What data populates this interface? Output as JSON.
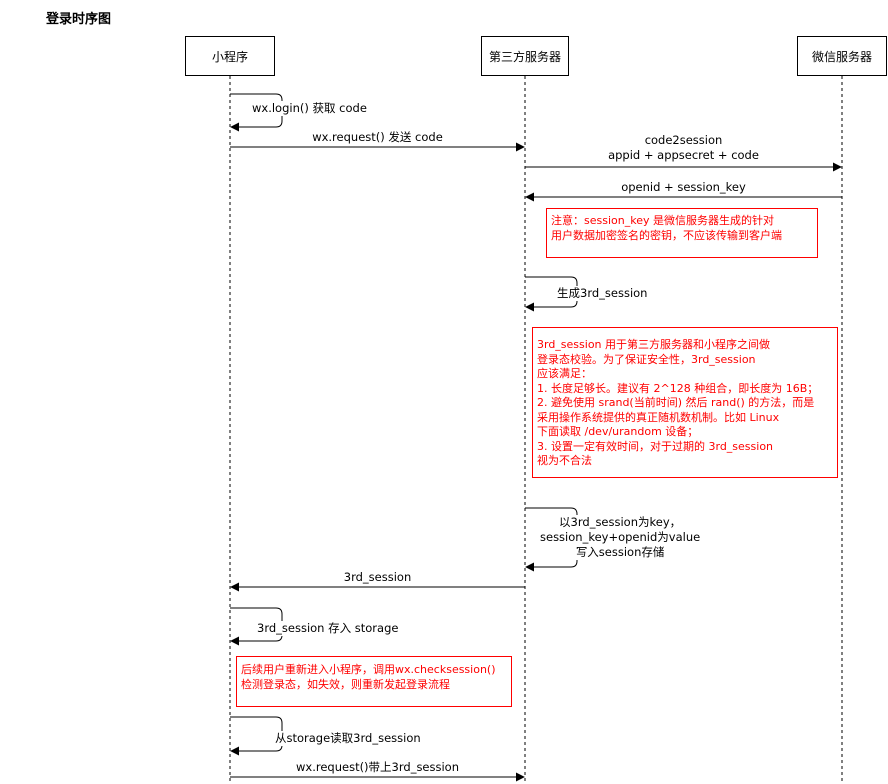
{
  "title": "登录时序图",
  "participants": [
    {
      "label": "小程序"
    },
    {
      "label": "第三方服务器"
    },
    {
      "label": "微信服务器"
    }
  ],
  "messages": [
    {
      "from": 0,
      "to": 0,
      "lines": [
        "wx.login() 获取 code"
      ]
    },
    {
      "from": 0,
      "to": 1,
      "lines": [
        "wx.request() 发送 code"
      ]
    },
    {
      "from": 1,
      "to": 2,
      "lines": [
        "code2session",
        "appid + appsecret + code"
      ]
    },
    {
      "from": 2,
      "to": 1,
      "lines": [
        "openid + session_key"
      ]
    },
    {
      "from": 1,
      "to": 1,
      "lines": [
        "生成3rd_session"
      ]
    },
    {
      "from": 1,
      "to": 1,
      "lines": [
        "以3rd_session为key，",
        "session_key+openid为value",
        "写入session存储"
      ]
    },
    {
      "from": 1,
      "to": 0,
      "lines": [
        "3rd_session"
      ]
    },
    {
      "from": 0,
      "to": 0,
      "lines": [
        "3rd_session 存入 storage"
      ]
    },
    {
      "from": 0,
      "to": 0,
      "lines": [
        "从storage读取3rd_session"
      ]
    },
    {
      "from": 0,
      "to": 1,
      "lines": [
        "wx.request()带上3rd_session"
      ]
    }
  ],
  "notes": [
    {
      "lines": [
        "注意：session_key 是微信服务器生成的针对",
        "用户数据加密签名的密钥，不应该传输到客户端"
      ]
    },
    {
      "lines": [
        "3rd_session 用于第三方服务器和小程序之间做",
        "登录态校验。为了保证安全性，3rd_session",
        "应该满足：",
        "1. 长度足够长。建议有 2^128 种组合，即长度为 16B；",
        "2. 避免使用 srand(当前时间) 然后 rand() 的方法，而是",
        "采用操作系统提供的真正随机数机制。比如 Linux",
        "下面读取 /dev/urandom 设备；",
        "3. 设置一定有效时间，对于过期的 3rd_session",
        "视为不合法"
      ]
    },
    {
      "lines": [
        "后续用户重新进入小程序，调用wx.checksession()",
        "检测登录态，如失效，则重新发起登录流程"
      ]
    }
  ],
  "colors": {
    "line": "#000000",
    "note": "#ff0000"
  }
}
